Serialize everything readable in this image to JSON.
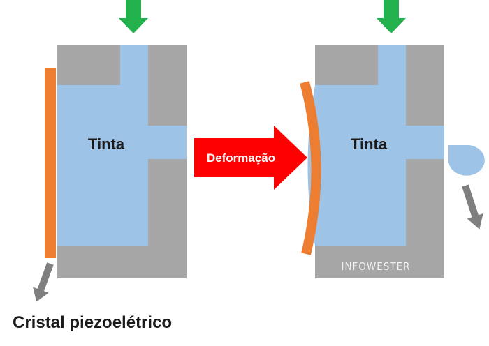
{
  "diagram": {
    "ink_label_left": "Tinta",
    "ink_label_right": "Tinta",
    "arrow_label": "Deformação",
    "watermark": "INFOWESTER",
    "caption": "Cristal piezoelétrico"
  },
  "colors": {
    "housing": "#a6a6a6",
    "ink": "#9dc3e6",
    "crystal": "#ed7d31",
    "feed_arrow": "#22b14c",
    "main_arrow": "#ff0000",
    "pointer_arrow": "#7f7f7f"
  }
}
